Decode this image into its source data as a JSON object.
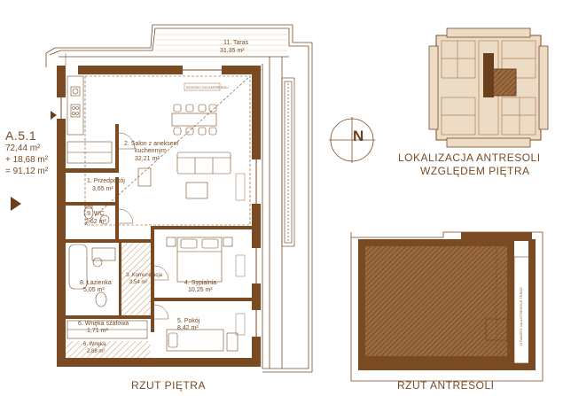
{
  "unit": {
    "id": "A.5.1",
    "area_lines": [
      "72,44 m²",
      "+ 18,68 m²",
      "= 91,12 m²"
    ]
  },
  "rooms": [
    {
      "name": "11. Taras",
      "area": "31,35 m²"
    },
    {
      "name": "2. Salon z aneksem kuchennym",
      "name_lines": [
        "2. Salon z aneksem",
        "kuchennym"
      ],
      "area": "32,21 m²"
    },
    {
      "name": "1. Przedpokój",
      "area": "3,65 m²"
    },
    {
      "name": "9. WC",
      "area": "2,62 m²"
    },
    {
      "name": "8. Łazienka",
      "area": "5,05 m²"
    },
    {
      "name": "3. Komunikacja",
      "area": "3,54 m²"
    },
    {
      "name": "4. Sypialnia",
      "area": "10,25 m²"
    },
    {
      "name": "5. Pokój",
      "area": "8,42 m²"
    },
    {
      "name": "6. Wnęka szafowa",
      "area": "1,71 m²"
    },
    {
      "name": "6. Wnęka",
      "area": "2,88 m²"
    }
  ],
  "tags": {
    "window_label": "SCHODY DO ANTRESOLI",
    "mezzanine_side": "OTWARTE NA ANTRESOLE TERAZ"
  },
  "captions": {
    "floor_plan": "RZUT PIĘTRA",
    "mezzanine_plan": "RZUT ANTRESOLI"
  },
  "location": {
    "lines": [
      "LOKALIZACJA ANTRESOLI",
      "WZGLĘDEM PIĘTRA"
    ]
  },
  "compass": {
    "letter": "N"
  },
  "colors": {
    "wall": "#7a4a22",
    "accent": "#6b3e1c",
    "hatch": "#c9a27a",
    "fill_light": "#ecdcc6"
  }
}
